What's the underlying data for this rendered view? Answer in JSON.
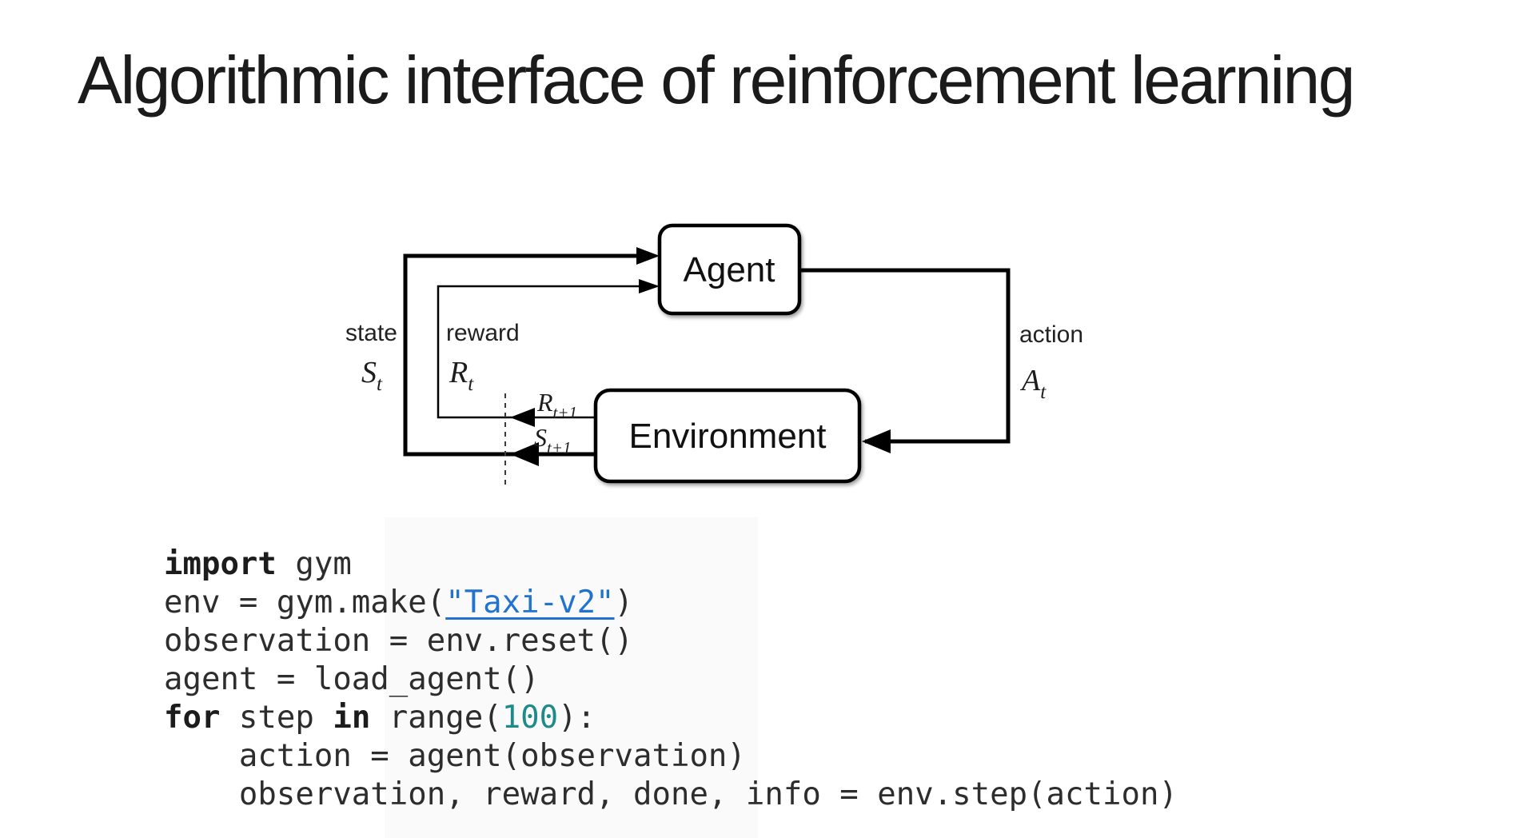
{
  "slide": {
    "title": "Algorithmic interface of reinforcement learning"
  },
  "diagram": {
    "agent_label": "Agent",
    "environment_label": "Environment",
    "state": {
      "label": "state",
      "symbol": "S",
      "subscript": "t"
    },
    "reward": {
      "label": "reward",
      "symbol": "R",
      "subscript": "t"
    },
    "action": {
      "label": "action",
      "symbol": "A",
      "subscript": "t"
    },
    "next_reward": {
      "symbol": "R",
      "subscript": "t+1"
    },
    "next_state": {
      "symbol": "S",
      "subscript": "t+1"
    }
  },
  "code": {
    "lines": [
      {
        "tokens": [
          {
            "text": "import",
            "style": "keyword"
          },
          {
            "text": " gym",
            "style": "plain"
          }
        ]
      },
      {
        "tokens": [
          {
            "text": "env = gym.make(",
            "style": "plain"
          },
          {
            "text": "\"Taxi-v2\"",
            "style": "link"
          },
          {
            "text": ")",
            "style": "plain"
          }
        ]
      },
      {
        "tokens": [
          {
            "text": "observation = env.reset()",
            "style": "plain"
          }
        ]
      },
      {
        "tokens": [
          {
            "text": "agent = load_agent()",
            "style": "plain"
          }
        ]
      },
      {
        "tokens": [
          {
            "text": "for",
            "style": "keyword"
          },
          {
            "text": " step ",
            "style": "plain"
          },
          {
            "text": "in",
            "style": "keyword"
          },
          {
            "text": " range(",
            "style": "plain"
          },
          {
            "text": "100",
            "style": "number"
          },
          {
            "text": "):",
            "style": "plain"
          }
        ]
      },
      {
        "tokens": [
          {
            "text": "    action = agent(observation)",
            "style": "plain"
          }
        ]
      },
      {
        "tokens": [
          {
            "text": "    observation, reward, done, info = env.step(action)",
            "style": "plain"
          }
        ]
      }
    ]
  },
  "colors": {
    "title_text": "#1b1b1b",
    "diagram_line": "#000000",
    "code_text": "#2d2d2d",
    "code_keyword": "#1c1c1c",
    "code_number": "#1d8b8b",
    "code_link": "#2273cf",
    "band": "#fafafa"
  }
}
